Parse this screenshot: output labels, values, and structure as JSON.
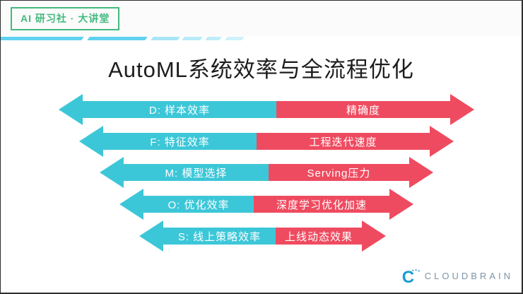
{
  "header": {
    "badge_label": "AI 研习社 · 大讲堂",
    "badge_color": "#43b97f",
    "stripe_color": "#5fd2f0"
  },
  "title": "AutoML系统效率与全流程优化",
  "diagram": {
    "type": "double-arrow-funnel",
    "colors": {
      "left_segment": "#3cc7d8",
      "right_segment": "#ef4b60",
      "label_text": "#ffffff"
    },
    "rows": [
      {
        "left_label": "D: 样本效率",
        "right_label": "精确度",
        "cyan_width": "52.7%"
      },
      {
        "left_label": "F: 特征效率",
        "right_label": "工程迭代速度",
        "cyan_width": "47%"
      },
      {
        "left_label": "M: 模型选择",
        "right_label": "Serving压力",
        "cyan_width": "50.7%"
      },
      {
        "left_label": "O: 优化效率",
        "right_label": "深度学习优化加速",
        "cyan_width": "44.8%"
      },
      {
        "left_label": "S: 线上策略效率",
        "right_label": "上线动态效果",
        "cyan_width": "56.6%"
      }
    ]
  },
  "footer": {
    "logo_text": "CLOUDBRAIN",
    "logo_mark_color": "#169bd5",
    "logo_text_color": "#7e94a7"
  }
}
